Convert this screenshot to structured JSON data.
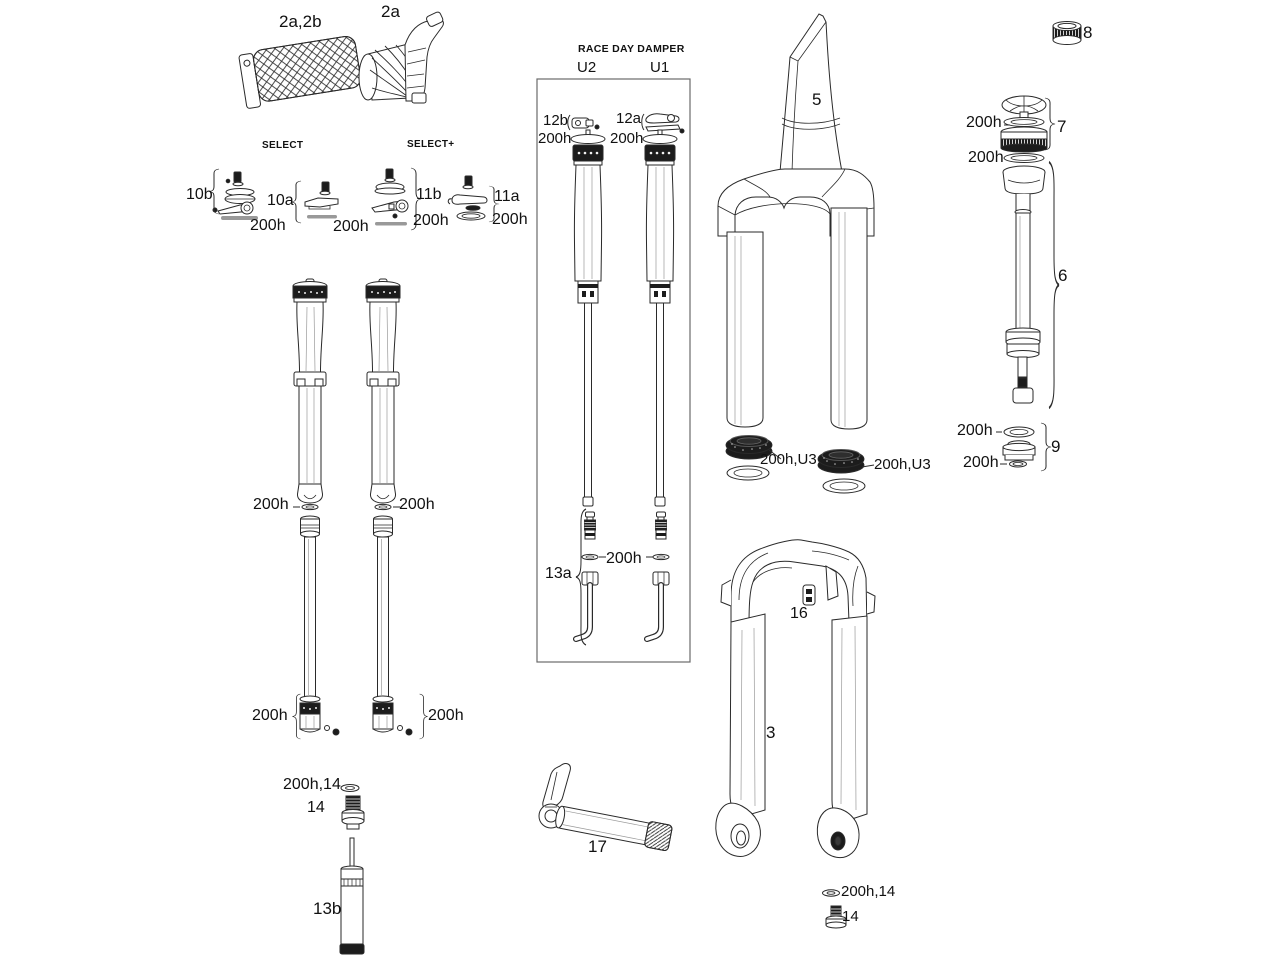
{
  "colors": {
    "line": "#2a2a2a",
    "dark_fill": "#1c1c1c",
    "gray_bar": "#999999",
    "background": "#ffffff"
  },
  "grips": {
    "pair_label": "2a,2b",
    "shifter_label": "2a"
  },
  "remotes": {
    "select": {
      "header": "SELECT",
      "groups": [
        {
          "label": "10b",
          "service": "200h"
        },
        {
          "label": "10a",
          "service": "200h"
        }
      ]
    },
    "select_plus": {
      "header": "SELECT+",
      "groups": [
        {
          "label": "11b",
          "service": "200h"
        },
        {
          "label": "11a",
          "service": "200h"
        }
      ]
    }
  },
  "race_day_damper": {
    "title": "RACE DAY DAMPER",
    "columns": [
      "U2",
      "U1"
    ],
    "u2": {
      "adjuster_label": "12b",
      "service": "200h"
    },
    "u1": {
      "adjuster_label": "12a",
      "service": "200h"
    },
    "rebound": {
      "label": "13a",
      "service": "200h"
    }
  },
  "csu": {
    "label": "5"
  },
  "dust_seals": {
    "left": "200h,U3",
    "right": "200h,U3"
  },
  "lowers": {
    "label": "3",
    "arch_part_label": "16"
  },
  "right_column": {
    "top_cap_label": "8",
    "air_top_assembly": {
      "label": "7",
      "service_top": "200h",
      "service_bottom": "200h"
    },
    "air_shaft_label": "6",
    "seal_kit": {
      "label": "9",
      "service_top": "200h",
      "service_bottom": "200h"
    }
  },
  "spring_legs": {
    "left": {
      "service_mid": "200h",
      "service_bottom": "200h"
    },
    "right": {
      "service_mid": "200h",
      "service_bottom": "200h"
    }
  },
  "bottom_left": {
    "crush_washer_label": "200h,14",
    "bolt_label": "14",
    "damper_body_label": "13b"
  },
  "axle": {
    "label": "17"
  },
  "bottom_right": {
    "crush_washer_label": "200h,14",
    "bolt_label": "14"
  }
}
